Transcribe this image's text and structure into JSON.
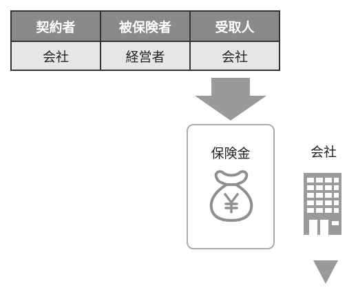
{
  "table": {
    "headers": [
      "契約者",
      "被保険者",
      "受取人"
    ],
    "values": [
      "会社",
      "経営者",
      "会社"
    ]
  },
  "card": {
    "label": "保険金",
    "icon": "money-bag-yen-icon"
  },
  "company": {
    "label": "会社",
    "icon": "building-icon"
  },
  "colors": {
    "header_bg": "#8a8a8a",
    "cell_bg": "#e6e6e6",
    "arrow": "#9a9a9a"
  }
}
